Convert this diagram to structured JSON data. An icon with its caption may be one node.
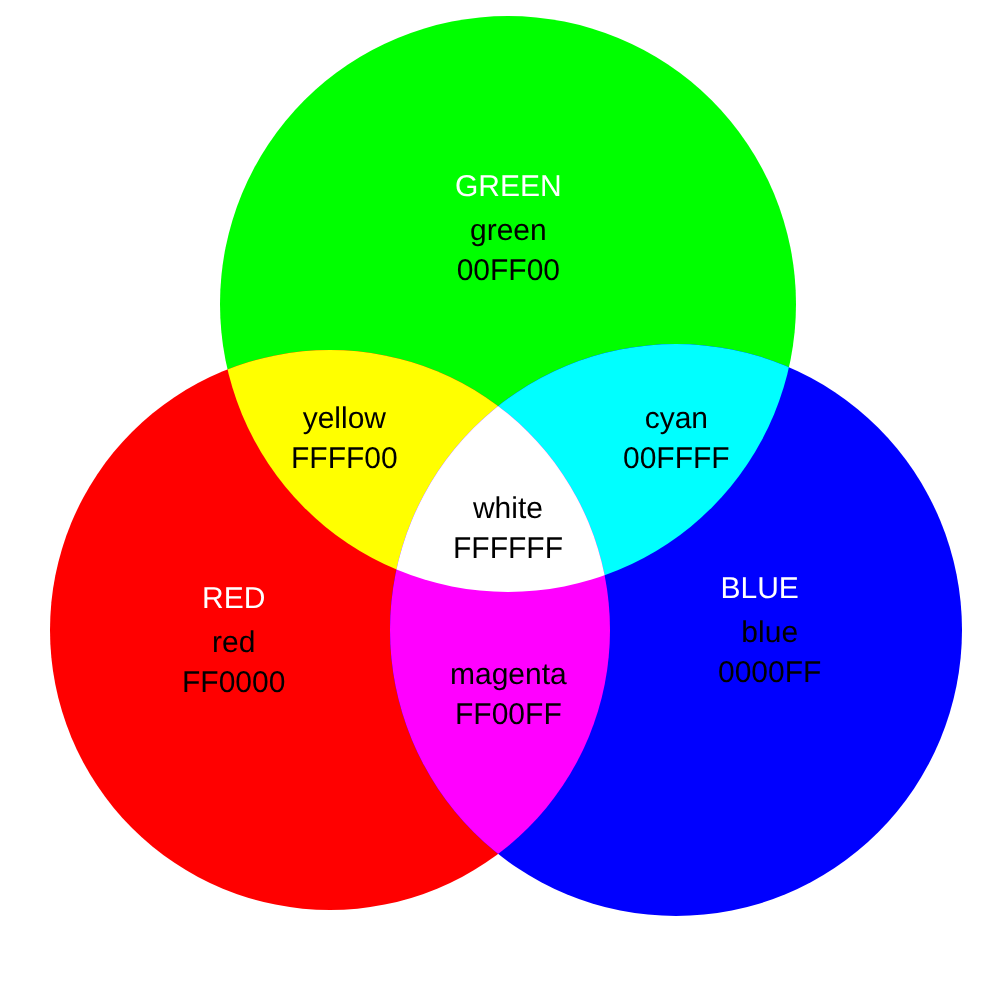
{
  "diagram": {
    "nodes": [
      {
        "text": [
          "GREEN",
          "green",
          "00FF00"
        ]
      },
      {
        "text": [
          "RED",
          "red",
          "FF0000"
        ]
      },
      {
        "text": [
          "BLUE",
          "blue",
          "0000FF"
        ]
      },
      {
        "text": [
          "yellow",
          "FFFF00"
        ]
      },
      {
        "text": [
          "cyan",
          "00FFFF"
        ]
      },
      {
        "text": [
          "white",
          "FFFFFF"
        ]
      },
      {
        "text": [
          "magenta",
          "FF00FF"
        ]
      }
    ],
    "edges": []
  }
}
